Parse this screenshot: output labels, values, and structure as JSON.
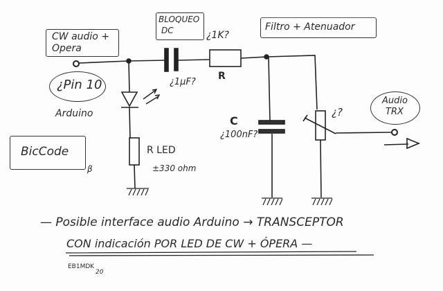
{
  "labels": {
    "cw_audio_line1": "CW audio +",
    "cw_audio_line2": "Opera",
    "pin": "¿Pin 10",
    "arduino": "Arduino",
    "dc_block_line1": "BLOQUEO",
    "dc_block_line2": "DC",
    "cap_dc_value": "¿1µF?",
    "resistor_value": "¿1K?",
    "resistor_name": "R",
    "filter_box": "Filtro + Atenuador",
    "cap_c_name": "C",
    "cap_c_value": "¿100nF?",
    "pot_value": "¿?",
    "audio_trx_line1": "Audio",
    "audio_trx_line2": "TRX",
    "biccode": "BicCode",
    "beta": "β",
    "r_led_name": "R LED",
    "r_led_value": "±330 ohm"
  },
  "caption": {
    "line1": "— Posible interface audio Arduino → TRANSCEPTOR",
    "line2": "CON indicación POR LED DE CW + ÓPERA —",
    "signature": "EB1MDK",
    "year": "20"
  },
  "colors": {
    "ink": "#222222",
    "paper": "#fdfdfd"
  }
}
